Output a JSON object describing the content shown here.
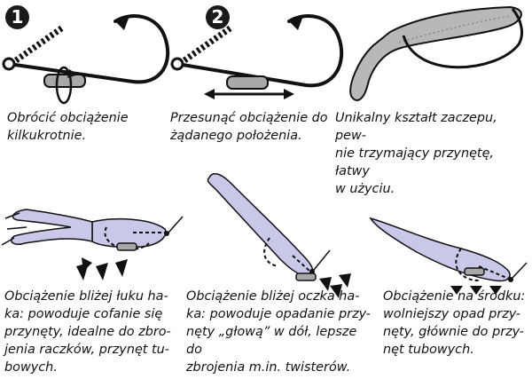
{
  "steps": [
    {
      "number": "1",
      "caption": "Obrócić obciążenie\nkilkukrotnie."
    },
    {
      "number": "2",
      "caption": "Przesunąć obciążenie do\nżądanego położenia."
    }
  ],
  "hook_feature": {
    "caption": "Unikalny kształt zaczepu, pew-\nnie trzymający przynętę, łatwy\nw użyciu."
  },
  "placements": [
    {
      "caption": "Obciążenie bliżej łuku ha-\nka: powoduje cofanie się\nprzynęty, idealne do zbro-\njenia raczków, przynęt tu-\nbowych."
    },
    {
      "caption": "Obciążenie bliżej oczka ha-\nka: powoduje opadanie przy-\nnęty „głową” w dół, lepsze do\nzbrojenia m.in. twisterów."
    },
    {
      "caption": "Obciążenie na środku:\nwolniejszy opad przy-\nnęty, głównie do przy-\nnęt tubowych."
    }
  ],
  "colors": {
    "bait": "#c9c8e8",
    "weight": "#a8a8a8",
    "worm": "#b8b8b8",
    "ink": "#111111",
    "badge": "#1a1a1a"
  }
}
